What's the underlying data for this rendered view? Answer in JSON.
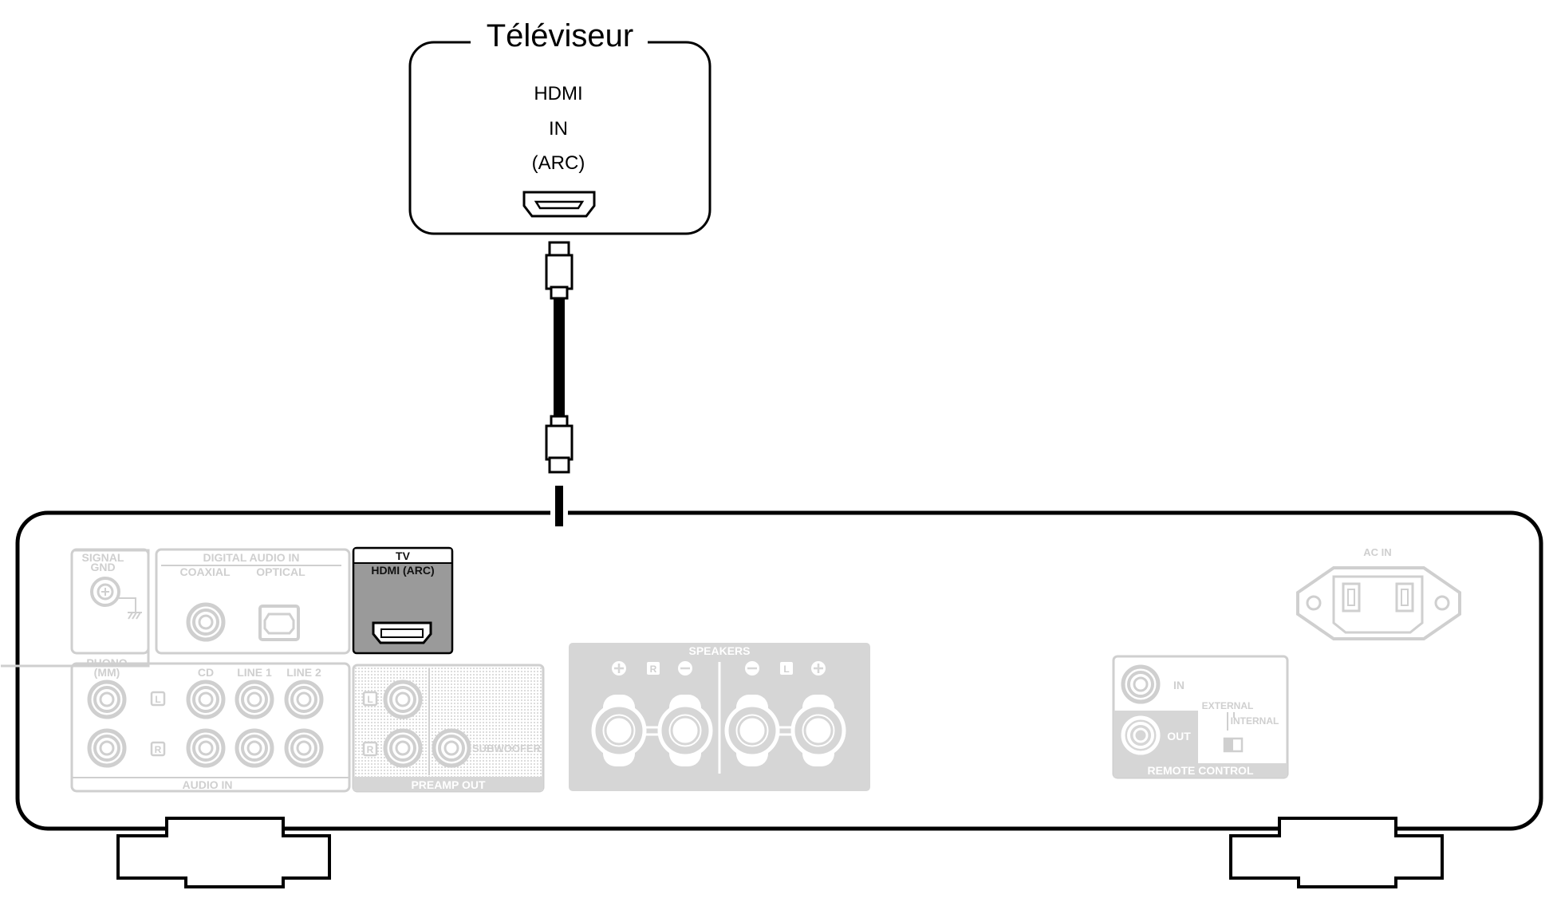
{
  "tv": {
    "title": "Téléviseur",
    "port_line1": "HDMI",
    "port_line2": "IN",
    "port_line3": "(ARC)"
  },
  "panel": {
    "signal_gnd_1": "SIGNAL",
    "signal_gnd_2": "GND",
    "digital_audio_in": "DIGITAL AUDIO IN",
    "coaxial": "COAXIAL",
    "optical": "OPTICAL",
    "tv_header": "TV",
    "hdmi_arc": "HDMI (ARC)",
    "phono_1": "PHONO",
    "phono_2": "(MM)",
    "cd": "CD",
    "line1": "LINE 1",
    "line2": "LINE 2",
    "audio_in": "AUDIO IN",
    "ch_l": "L",
    "ch_r": "R",
    "subwoofer": "SUBWOOFER",
    "preamp_out": "PREAMP OUT",
    "speakers": "SPEAKERS",
    "spk_r": "R",
    "spk_l": "L",
    "ac_in": "AC IN",
    "rc_in": "IN",
    "rc_out": "OUT",
    "external": "EXTERNAL",
    "internal": "INTERNAL",
    "remote_control": "REMOTE CONTROL"
  },
  "colors": {
    "outline": "#000000",
    "ghost": "#cfcfcf",
    "ghost_fill": "#d6d6d6",
    "hdmi_highlight": "#9a9a9a"
  }
}
